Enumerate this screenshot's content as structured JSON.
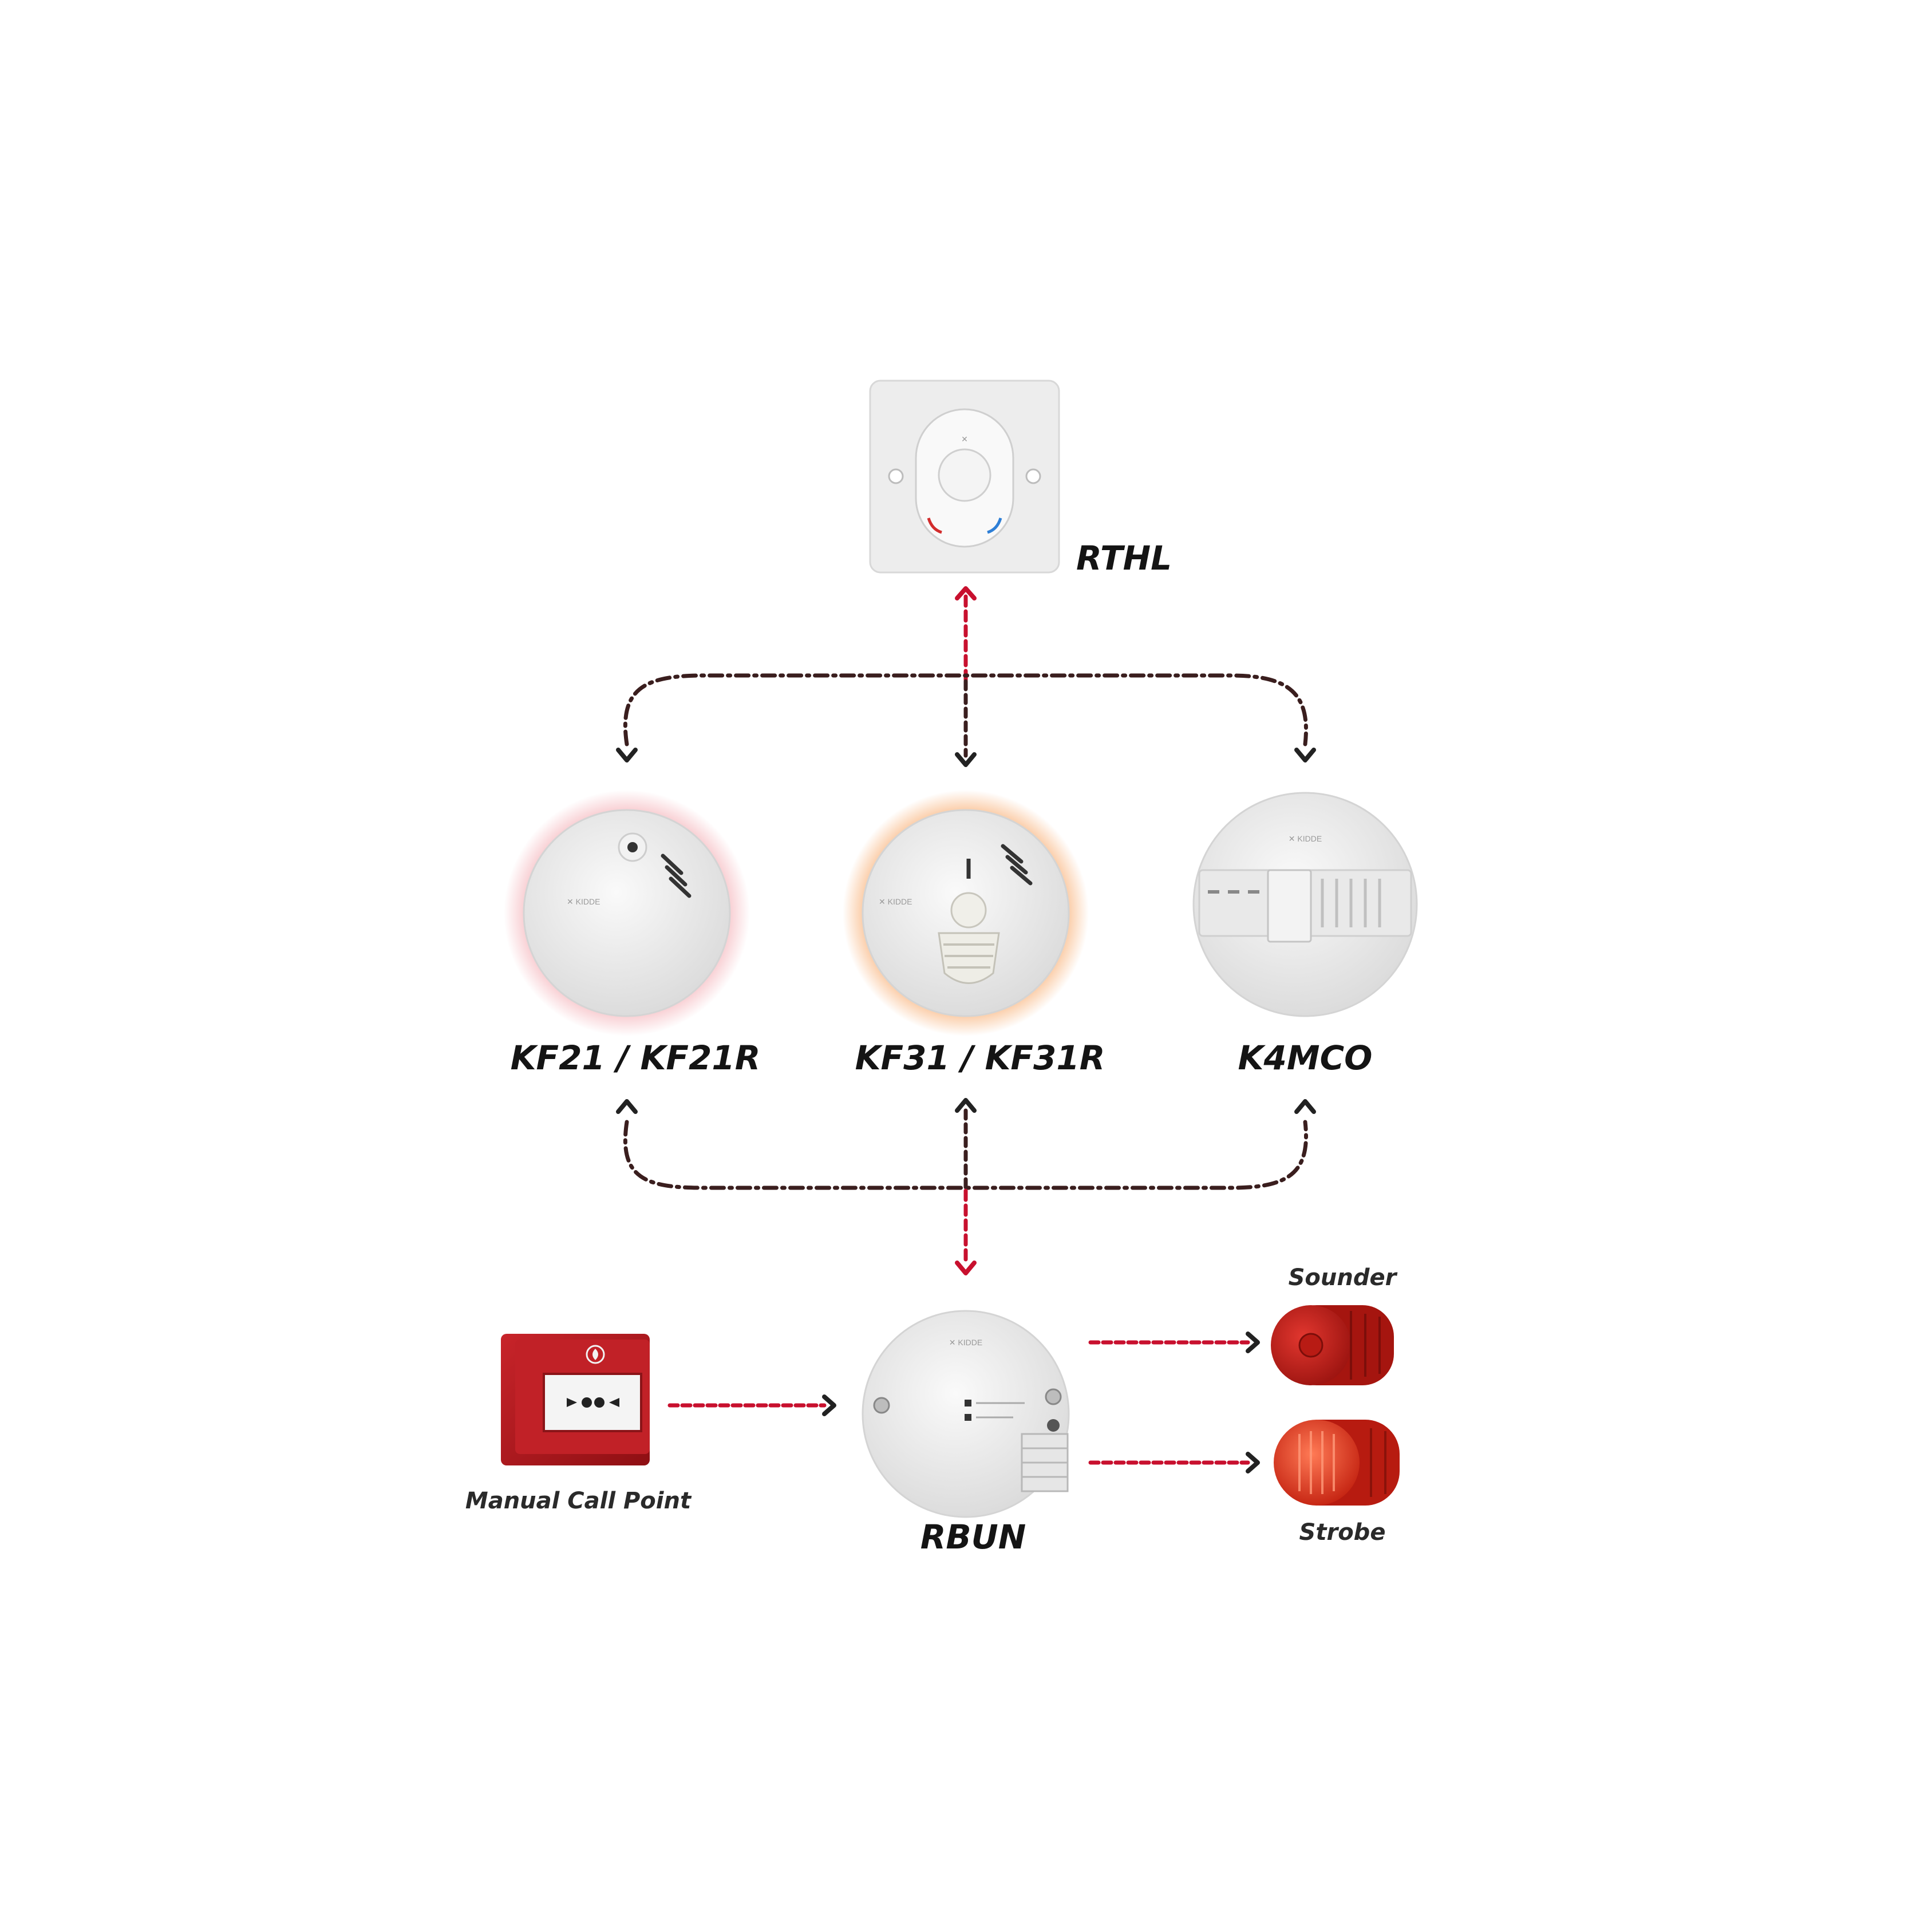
{
  "labels": {
    "rthl": "RTHL",
    "kf21": "KF21 / KF21R",
    "kf31": "KF31 / KF31R",
    "k4mco": "K4MCO",
    "rbun": "RBUN",
    "manual_call_point": "Manual Call Point",
    "sounder": "Sounder",
    "strobe": "Strobe"
  },
  "colors": {
    "red_link": "#c8102e",
    "dark_link": "#3a1e1e",
    "device_white": "#ededed",
    "device_red": "#b01418",
    "glow_pink": "#f2a0a8",
    "glow_orange": "#f7a25e"
  },
  "icons": {
    "link_arrow": "dashed-arrow",
    "call_point_button": "arrows-in-icon",
    "flame": "flame-icon"
  }
}
